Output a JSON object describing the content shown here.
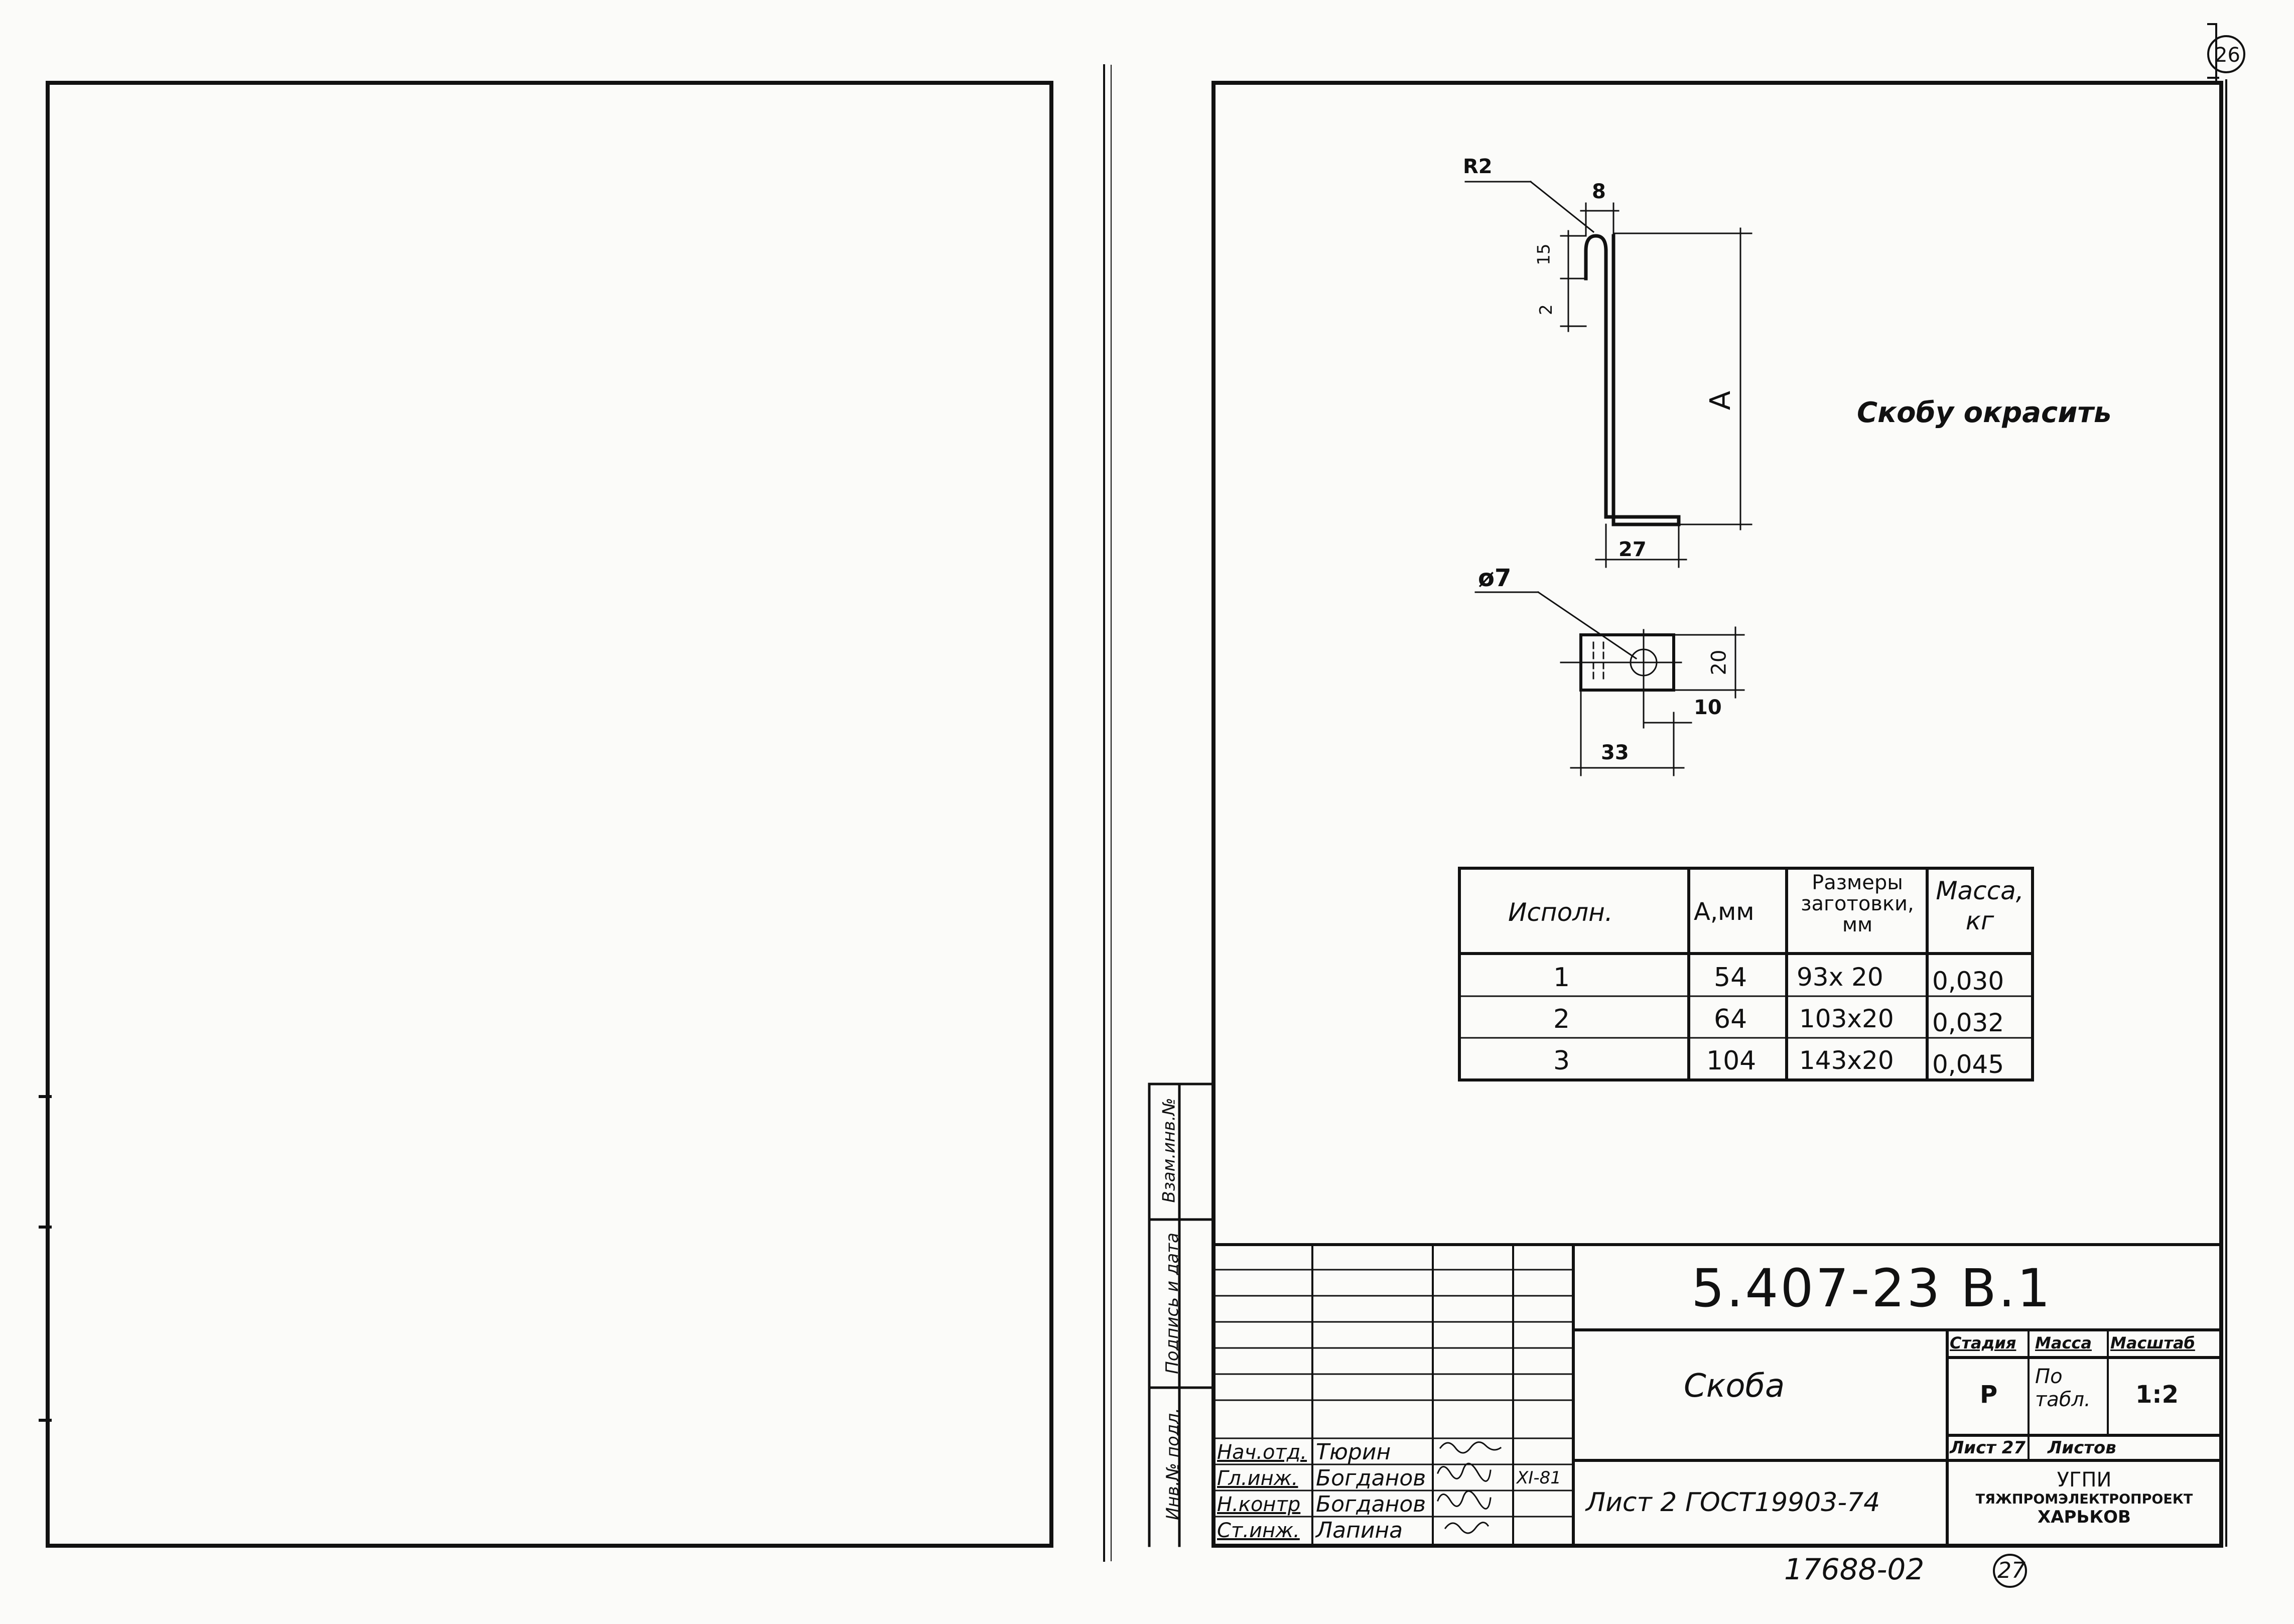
{
  "sheet": {
    "page_circle": "26",
    "bottom_code": "17688-02",
    "bottom_circle": "27"
  },
  "drawing": {
    "radius_label": "R2",
    "top_dim": "8",
    "dim_15": "15",
    "dim_2": "2",
    "dim_A": "A",
    "dim_27": "27",
    "hole_label": "ø7",
    "dim_20": "20",
    "dim_10": "10",
    "dim_33": "33",
    "note": "Скобу окрасить"
  },
  "table": {
    "headers": [
      "Исполн.",
      "А,мм",
      "Размеры заготовки, мм",
      "Масса, кг"
    ],
    "rows": [
      [
        "1",
        "54",
        "93х 20",
        "0,030"
      ],
      [
        "2",
        "64",
        "103х20",
        "0,032"
      ],
      [
        "3",
        "104",
        "143х20",
        "0,045"
      ]
    ]
  },
  "side_stamp": {
    "inv_podl": "Инв.№ подл.",
    "podpis_data": "Подпись и дата",
    "vzam_inv": "Взам.инв.№"
  },
  "title_block": {
    "designation": "5.407-23 В.1",
    "name": "Скоба",
    "reference": "Лист 2 ГОСТ19903-74",
    "stadia_label": "Стадия",
    "massa_label": "Масса",
    "masshtab_label": "Масштаб",
    "stadia_value": "Р",
    "massa_value": "По табл.",
    "masshtab_value": "1:2",
    "list_label": "Лист 27",
    "listov_label": "Листов",
    "org_line1": "УГПИ",
    "org_line2": "ТЯЖПРОМЭЛЕКТРОПРОЕКТ",
    "org_line3": "ХАРЬКОВ",
    "signers": [
      {
        "role": "Нач.отд.",
        "name": "Тюрин"
      },
      {
        "role": "Гл.инж.",
        "name": "Богданов"
      },
      {
        "role": "Н.контр",
        "name": "Богданов"
      },
      {
        "role": "Ст.инж.",
        "name": "Лапина"
      }
    ],
    "date": "XI-81"
  }
}
